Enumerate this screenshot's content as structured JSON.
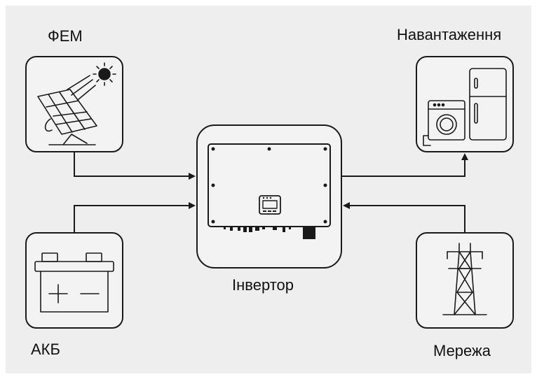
{
  "labels": {
    "pv": "ФЕМ",
    "load": "Навантаження",
    "battery": "АКБ",
    "grid": "Мережа",
    "inverter": "Інвертор"
  },
  "colors": {
    "background": "#eeeeee",
    "stroke": "#1a1a1a",
    "box_fill": "#f3f3f3"
  },
  "icons": {
    "pv": "solar-panel-with-sun-icon",
    "load": "washing-machine-and-refrigerator-icon",
    "battery": "battery-icon",
    "grid": "power-transmission-tower-icon",
    "inverter": "inverter-unit-icon"
  }
}
